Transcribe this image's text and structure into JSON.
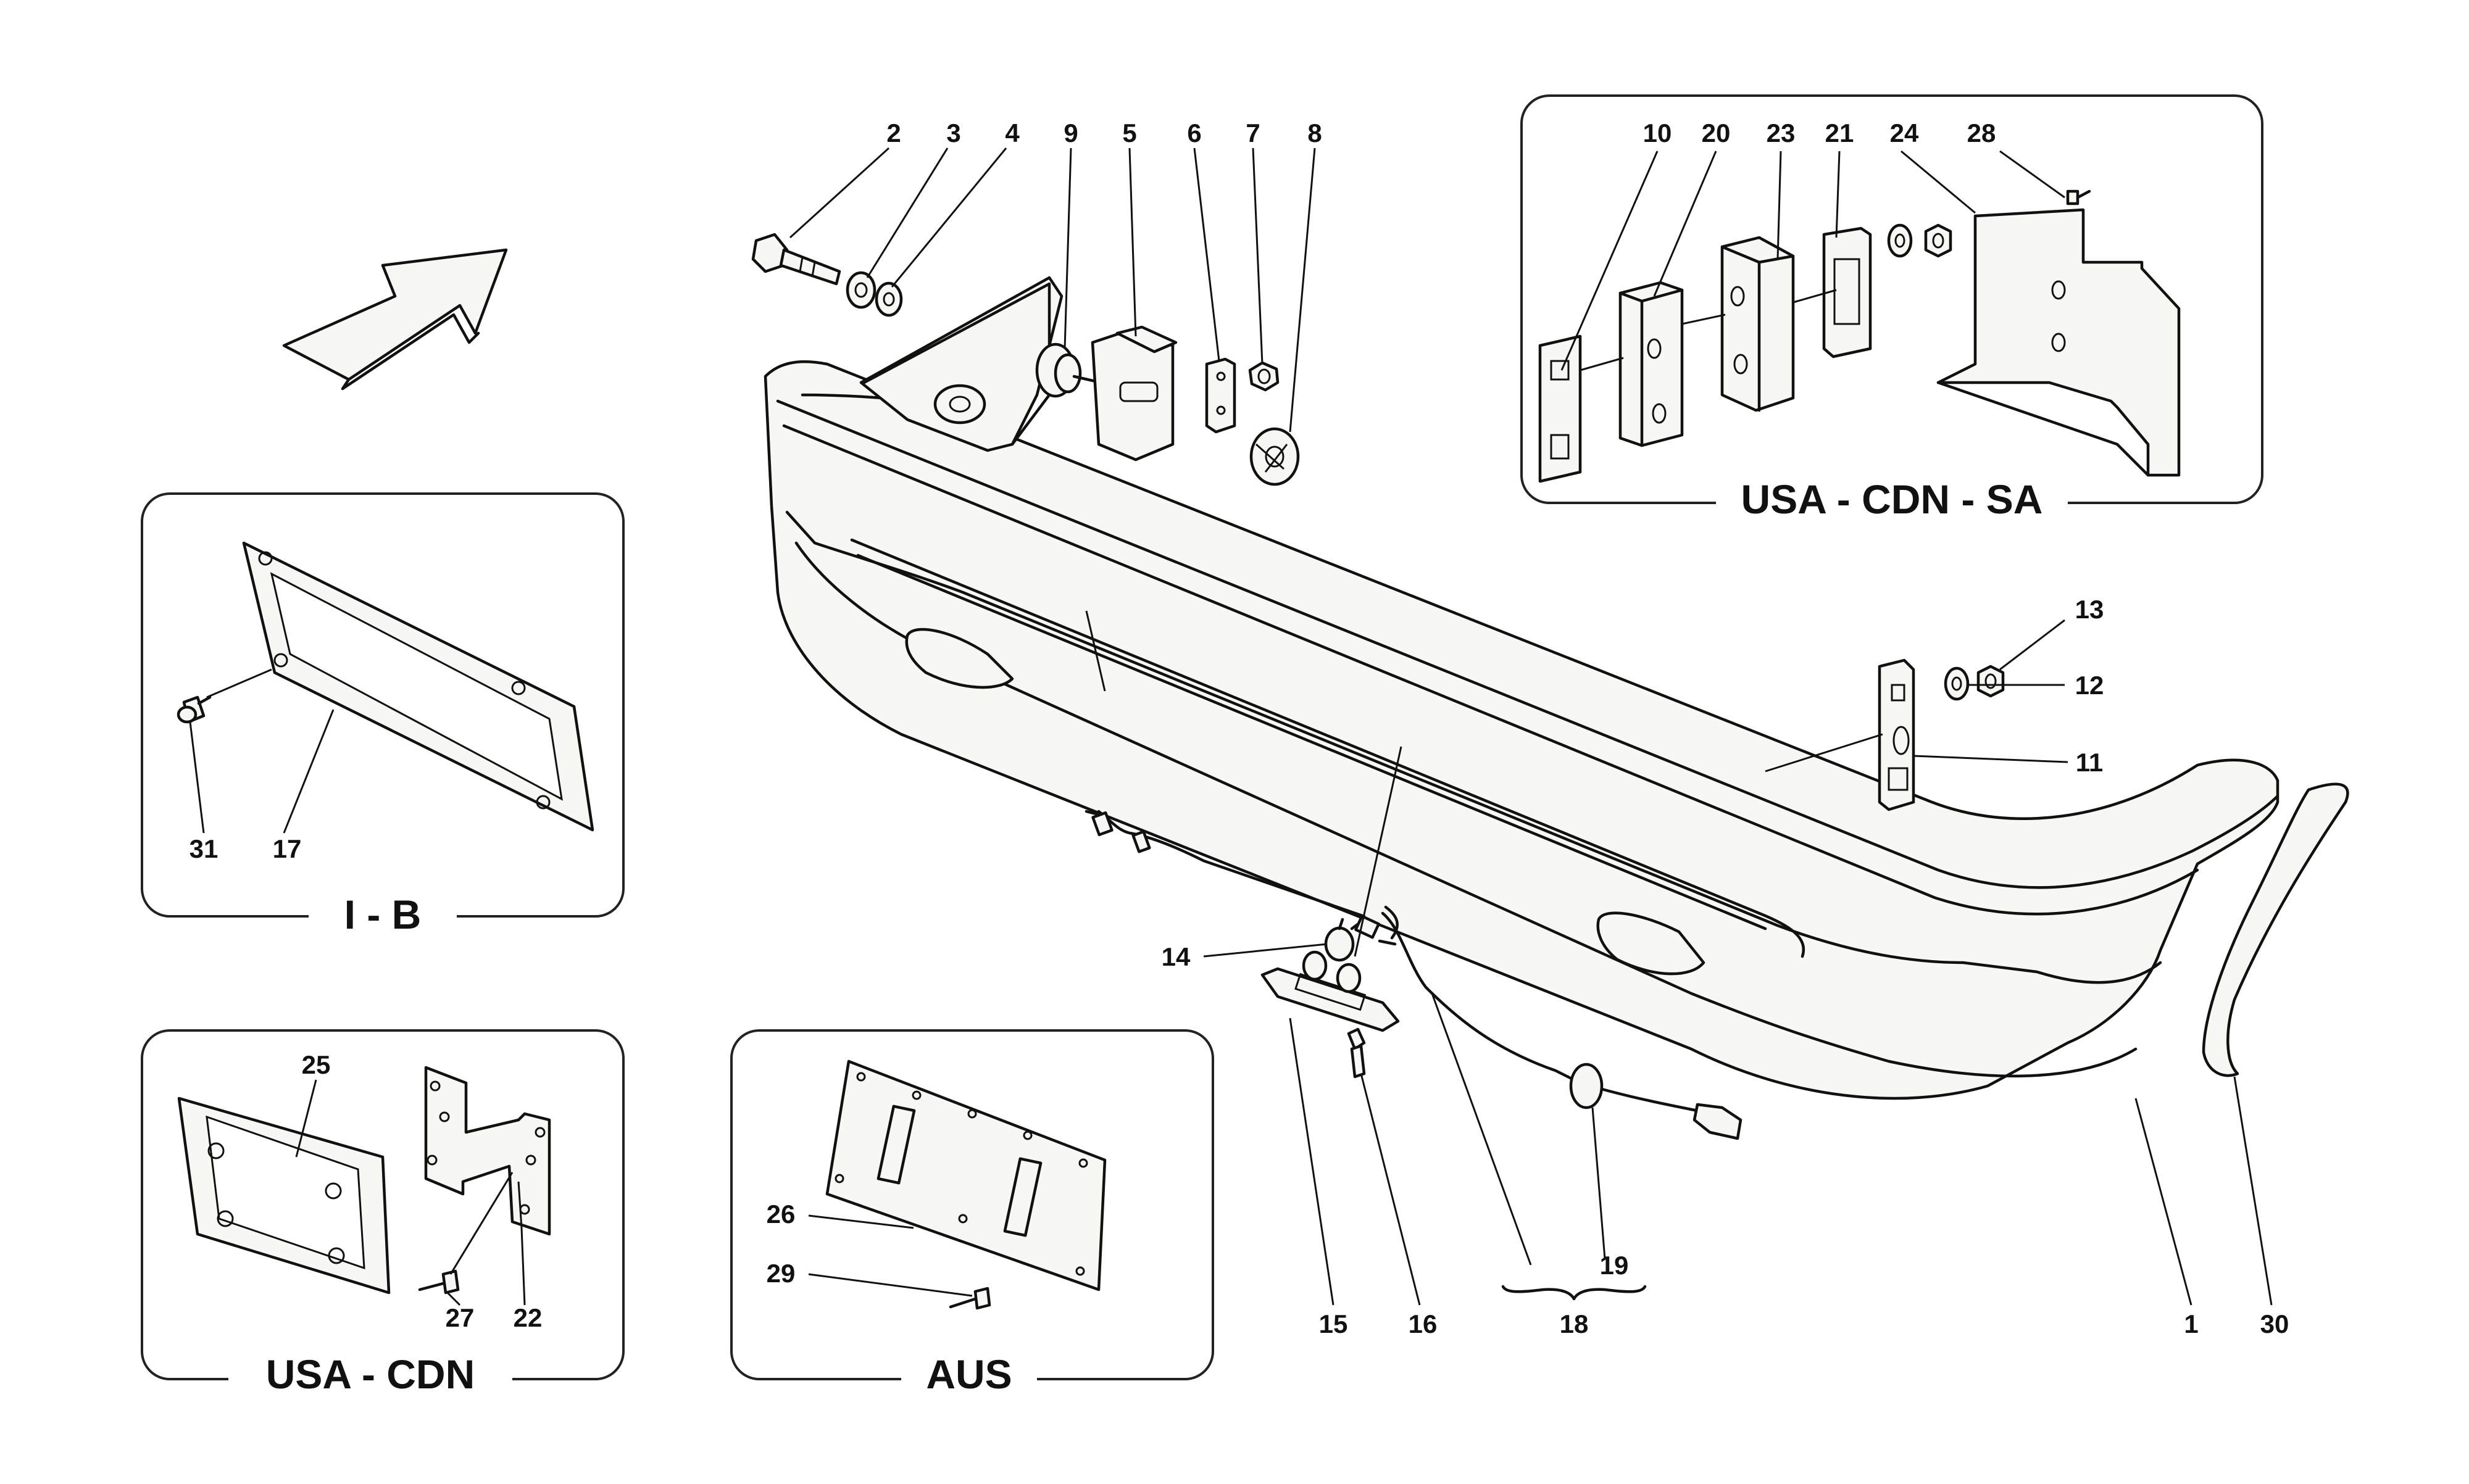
{
  "diagram": {
    "part_numbers": [
      "1",
      "2",
      "3",
      "4",
      "5",
      "6",
      "7",
      "8",
      "9",
      "10",
      "11",
      "12",
      "13",
      "14",
      "15",
      "16",
      "17",
      "18",
      "19",
      "20",
      "21",
      "22",
      "23",
      "24",
      "25",
      "26",
      "27",
      "28",
      "29",
      "30",
      "31"
    ],
    "insets": {
      "usa_cdn_sa": {
        "label": "USA - CDN - SA",
        "numbers": [
          "10",
          "20",
          "23",
          "21",
          "24",
          "28"
        ]
      },
      "i_b": {
        "label": "I - B",
        "numbers": [
          "31",
          "17"
        ]
      },
      "usa_cdn": {
        "label": "USA - CDN",
        "numbers": [
          "25",
          "27",
          "22"
        ]
      },
      "aus": {
        "label": "AUS",
        "numbers": [
          "26",
          "29"
        ]
      }
    },
    "main_numbers": {
      "top": [
        "2",
        "3",
        "4",
        "9",
        "5",
        "6",
        "7",
        "8"
      ],
      "right": [
        "13",
        "12",
        "11"
      ],
      "bottom": [
        "14",
        "15",
        "16",
        "19",
        "18",
        "1",
        "30"
      ]
    }
  }
}
